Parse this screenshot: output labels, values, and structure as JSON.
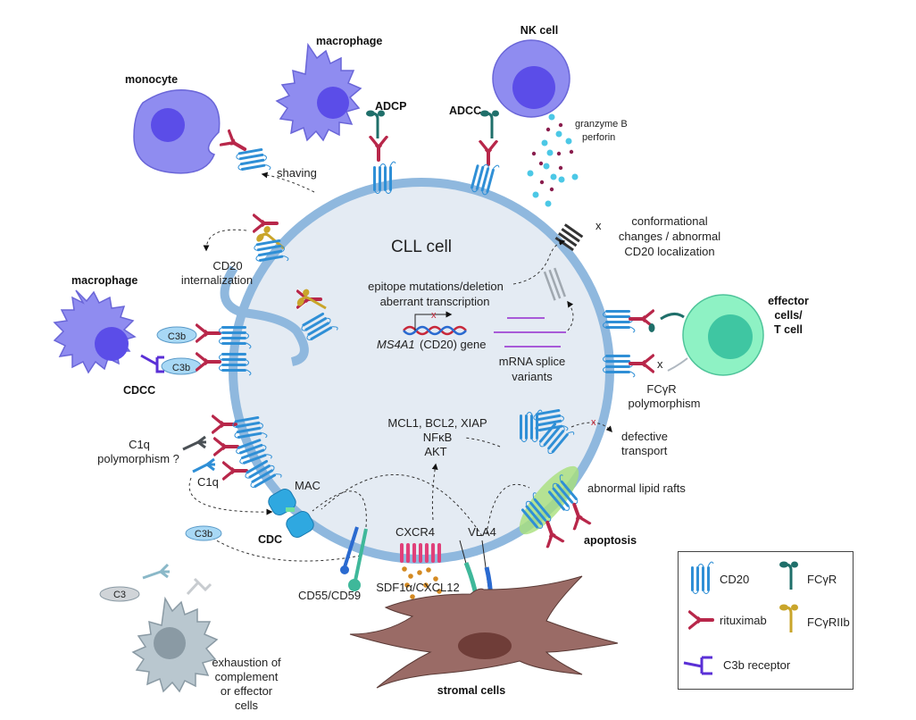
{
  "cell_title": "CLL cell",
  "labels": {
    "monocyte": "monocyte",
    "macrophage_top": "macrophage",
    "adcp": "ADCP",
    "nk_cell": "NK cell",
    "adcc": "ADCC",
    "granzyme": "granzyme B",
    "perforin": "perforin",
    "shaving": "shaving",
    "conformational": [
      "conformational",
      "changes / abnormal",
      "CD20 localization"
    ],
    "cd20_internalization": [
      "CD20",
      "internalization"
    ],
    "macrophage_left": "macrophage",
    "c3b": "C3b",
    "cdcc": "CDCC",
    "epitope": [
      "epitope mutations/deletion",
      "aberrant transcription"
    ],
    "gene_italic": "MS4A1",
    "gene_rest": " (CD20) gene",
    "mrna": [
      "mRNA splice",
      "variants"
    ],
    "effector": [
      "effector",
      "cells/",
      "T cell"
    ],
    "fcgr_poly": [
      "FCγR",
      "polymorphism"
    ],
    "c1q_poly": [
      "C1q",
      "polymorphism ?"
    ],
    "c1q": "C1q",
    "survival": [
      "MCL1, BCL2, XIAP",
      "NFκB",
      "AKT"
    ],
    "defective": [
      "defective",
      "transport"
    ],
    "mac": "MAC",
    "abnormal_rafts": "abnormal lipid rafts",
    "cdc": "CDC",
    "cxcr4": "CXCR4",
    "vla4": "VLA4",
    "apoptosis": "apoptosis",
    "c3b_bottom": "C3b",
    "cd55": "CD55/CD59",
    "sdf1": "SDF1α/CXCL12",
    "c3": "C3",
    "exhaustion": [
      "exhaustion of",
      "complement",
      "or effector",
      "cells"
    ],
    "stromal": "stromal cells",
    "x_mark": "x"
  },
  "legend": {
    "items": [
      {
        "label": "CD20",
        "icon": "cd20-icon"
      },
      {
        "label": "FCγR",
        "icon": "fcgr-icon"
      },
      {
        "label": "rituximab",
        "icon": "rituximab-icon"
      },
      {
        "label": "FCγRIIb",
        "icon": "fcgriib-icon"
      },
      {
        "label": "C3b receptor",
        "icon": "c3b-receptor-icon"
      }
    ]
  },
  "colors": {
    "cell_fill": "#e4ebf3",
    "membrane": "#8fb8de",
    "cd20": "#2f8fd6",
    "rituximab": "#b8274a",
    "fcgr": "#1f6f6a",
    "fcgriib": "#c9a52a",
    "c3b_receptor": "#5a2fd6",
    "immune_cell": "#8f8cf0",
    "immune_nucleus": "#5b4de8",
    "t_cell": "#8ef2c4",
    "t_nucleus": "#3fc6a2",
    "stromal": "#9a6b66",
    "stromal_nucleus": "#6f3d38",
    "exhausted": "#b9c7cf",
    "raft": "#a8e07a",
    "cxcr4": "#e0407a",
    "sdf1": "#d48a22",
    "granzyme": "#4cc8e6",
    "perforin": "#8a1e4e"
  }
}
